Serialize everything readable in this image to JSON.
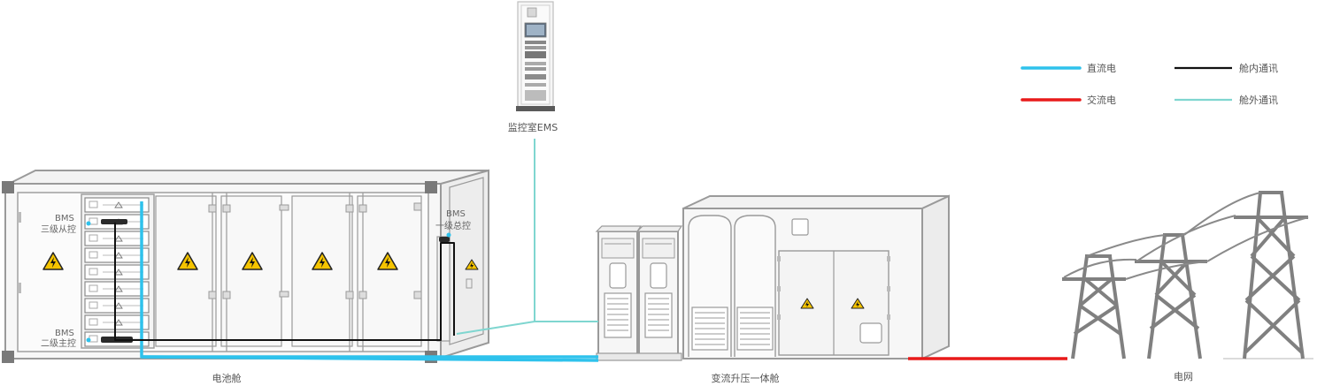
{
  "legend": [
    {
      "label": "直流电",
      "color": "#2ec2ec"
    },
    {
      "label": "舱内通讯",
      "color": "#111111"
    },
    {
      "label": "交流电",
      "color": "#e81a1a"
    },
    {
      "label": "舱外通讯",
      "color": "#7fd6d0"
    }
  ],
  "labels": {
    "ems": "监控室EMS",
    "battery_cabin": "电池舱",
    "pcs_cabin": "变流升压一体舱",
    "grid": "电网",
    "bms_slave_1": "BMS",
    "bms_slave_2": "三级从控",
    "bms_master_1": "BMS",
    "bms_master_2": "二级主控",
    "bms_general_1": "BMS",
    "bms_general_2": "一级总控"
  },
  "colors": {
    "dc": "#2ec2ec",
    "ac": "#e81a1a",
    "comm_in": "#111111",
    "comm_out": "#7fd6d0",
    "outline": "#9a9a9a",
    "panel": "#c9c9c9",
    "tower": "#808080",
    "warning": "#f5c400"
  },
  "icons": [
    "high-voltage-warning-icon",
    "power-transmission-tower-icon",
    "ems-cabinet-icon"
  ]
}
